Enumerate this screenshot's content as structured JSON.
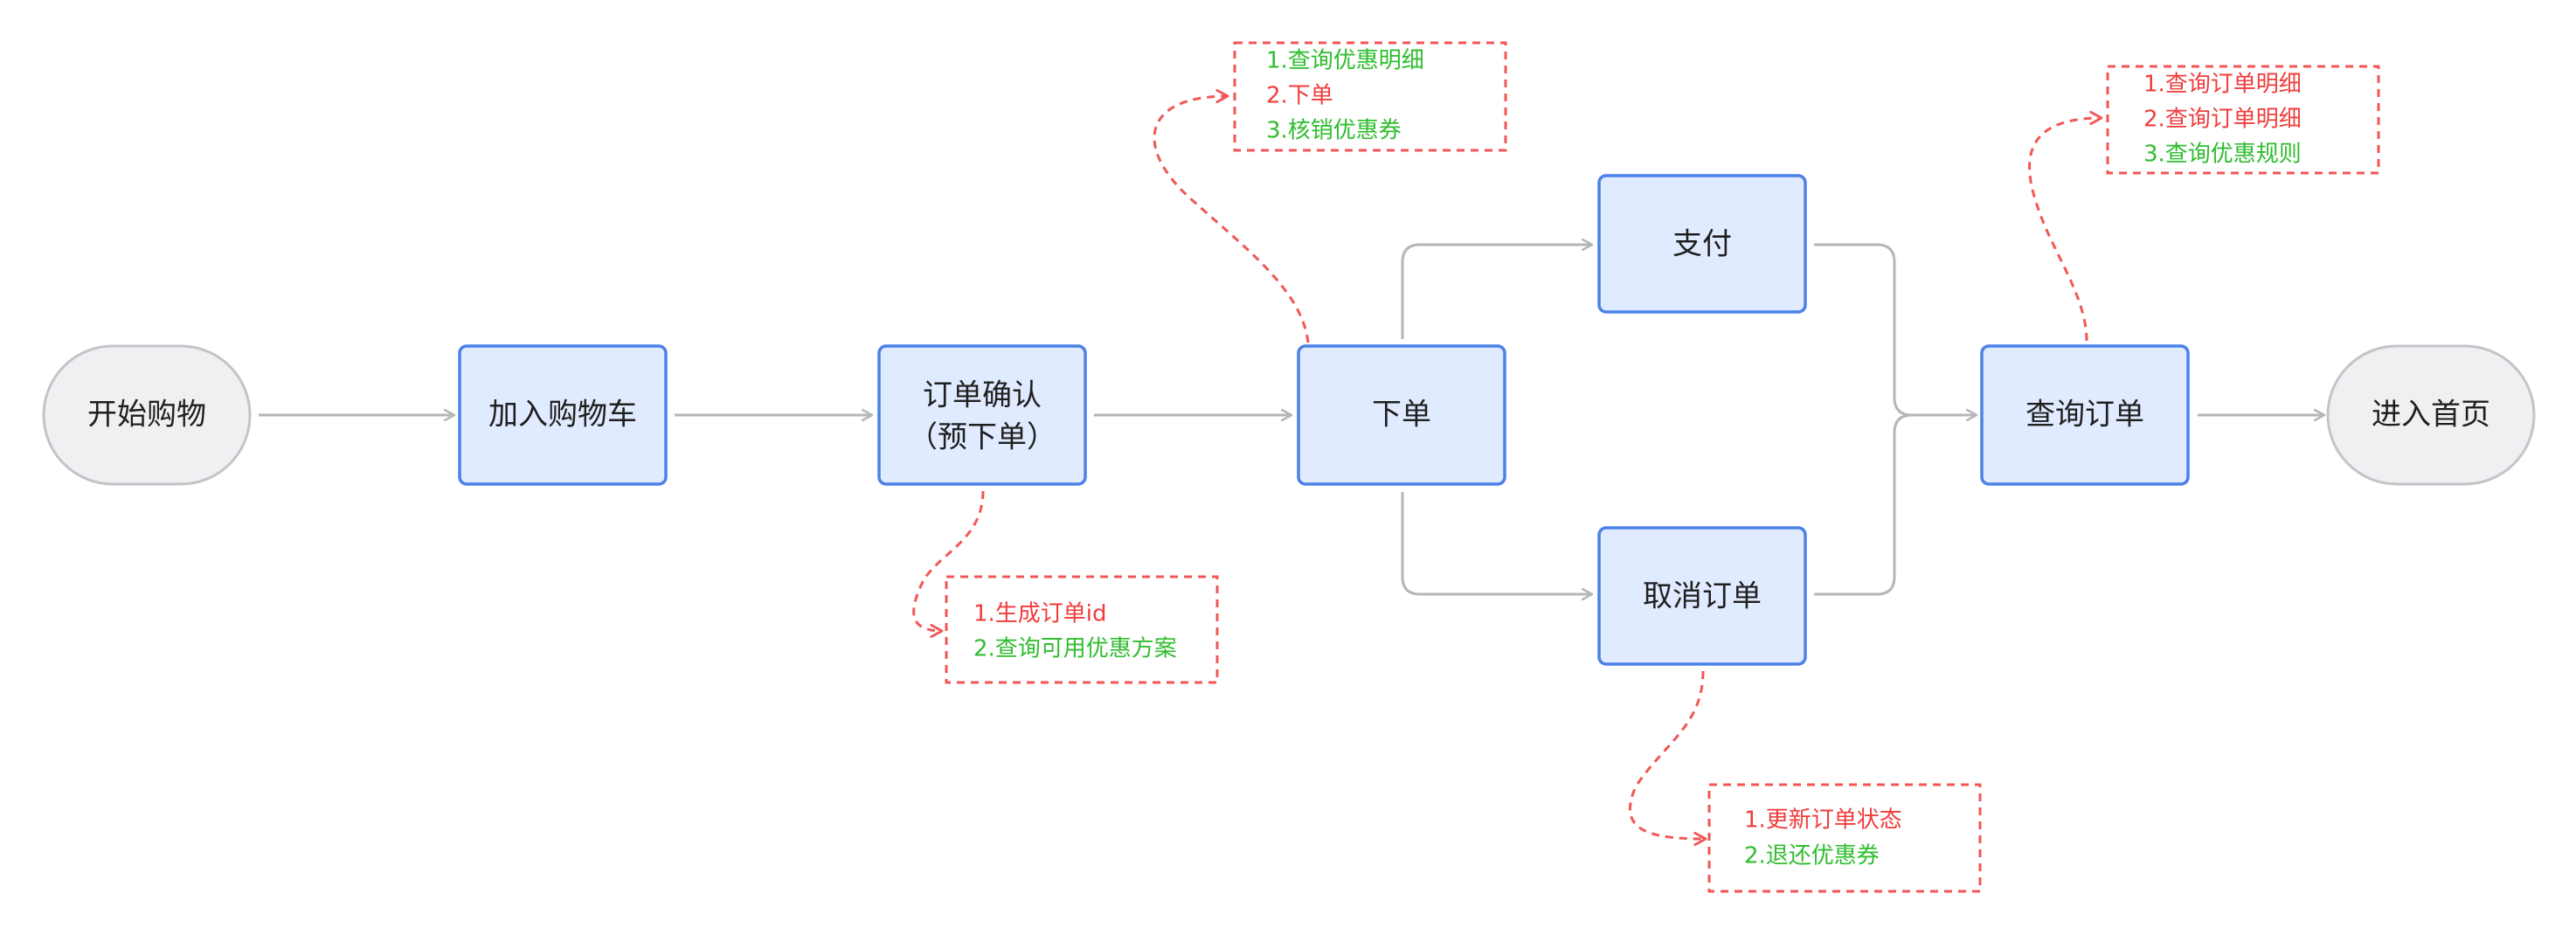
{
  "colors": {
    "terminal_fill": "#eff0f2",
    "terminal_stroke": "#c2c4c8",
    "process_fill": "#e1ebff",
    "process_stroke": "#4b81e8",
    "edge": "#b4b6ba",
    "note_border": "#f25656",
    "note_red": "#f03c3c",
    "note_green": "#2fbd2f"
  },
  "nodes": {
    "start": {
      "label": "开始购物"
    },
    "cart": {
      "label": "加入购物车"
    },
    "confirm": {
      "line1": "订单确认",
      "line2": "（预下单）"
    },
    "place": {
      "label": "下单"
    },
    "pay": {
      "label": "支付"
    },
    "cancel": {
      "label": "取消订单"
    },
    "query": {
      "label": "查询订单"
    },
    "home": {
      "label": "进入首页"
    }
  },
  "notes": {
    "confirm": [
      {
        "text": "1.生成订单id",
        "color": "red"
      },
      {
        "text": "2.查询可用优惠方案",
        "color": "green"
      }
    ],
    "place": [
      {
        "text": "1.查询优惠明细",
        "color": "green"
      },
      {
        "text": "2.下单",
        "color": "red"
      },
      {
        "text": "3.核销优惠券",
        "color": "green"
      }
    ],
    "cancel": [
      {
        "text": "1.更新订单状态",
        "color": "red"
      },
      {
        "text": "2.退还优惠券",
        "color": "green"
      }
    ],
    "query": [
      {
        "text": "1.查询订单明细",
        "color": "red"
      },
      {
        "text": "2.查询订单明细",
        "color": "red"
      },
      {
        "text": "3.查询优惠规则",
        "color": "green"
      }
    ]
  }
}
